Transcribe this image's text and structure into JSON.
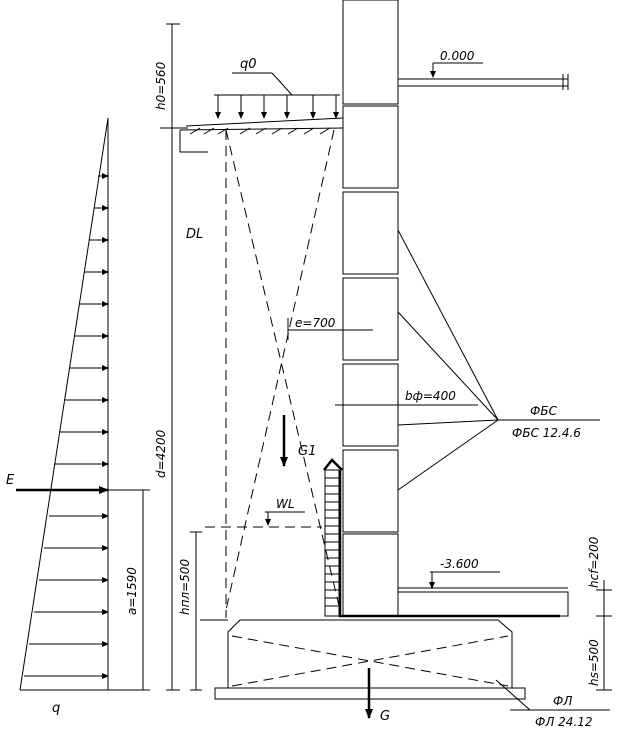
{
  "labels": {
    "h0": "h0=560",
    "q0": "q0",
    "level_top": "0.000",
    "dl": "DL",
    "e": "e=700",
    "bf": "bф=400",
    "fbs": "ФБС",
    "fbs_spec": "ФБС 12.4.6",
    "g1": "G1",
    "d": "d=4200",
    "e_force": "E",
    "wl": "WL",
    "h_pl": "hпл=500",
    "a": "a=1590",
    "level_bottom": "-3.600",
    "h_cf": "hcf=200",
    "h_s": "hs=500",
    "fl": "ФЛ",
    "fl_spec": "ФЛ 24.12",
    "g": "G",
    "q": "q"
  },
  "colors": {
    "line": "#000000",
    "background": "#ffffff"
  }
}
